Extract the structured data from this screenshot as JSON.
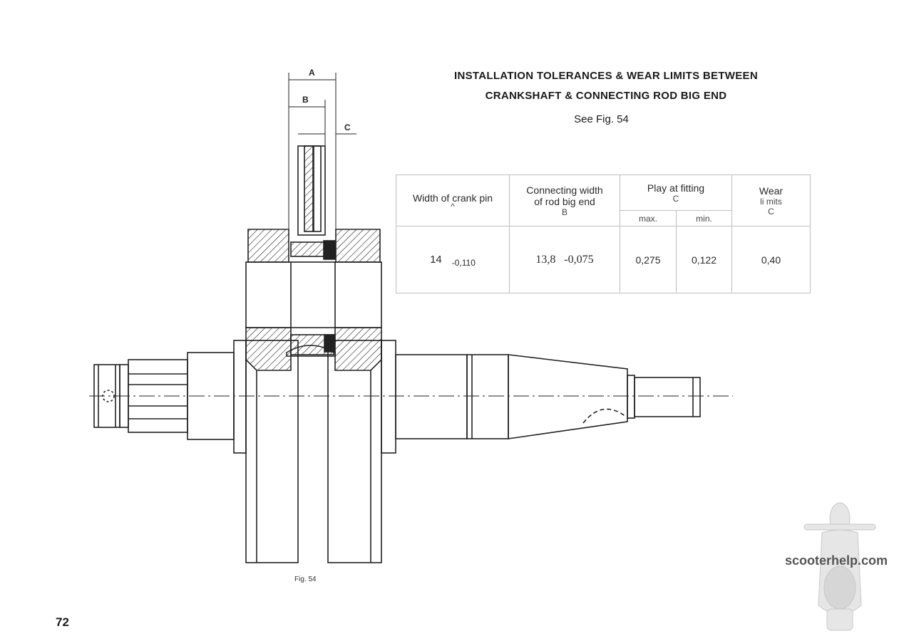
{
  "header": {
    "title_line1": "INSTALLATION TOLERANCES & WEAR LIMITS BETWEEN",
    "title_line2": "CRANKSHAFT & CONNECTING ROD BIG END",
    "see_fig": "See Fig. 54"
  },
  "table": {
    "col1": {
      "line1": "Width of crank pin",
      "line2": "^"
    },
    "col2": {
      "line1": "Connecting   width",
      "line2": "of rod big end",
      "sub": "B"
    },
    "col3": {
      "line1": "Play at  fitting",
      "line2": "C",
      "sub_max": "max.",
      "sub_min": "min."
    },
    "col4": {
      "line1": "Wear",
      "line2": "li mits",
      "sub": "C"
    },
    "row": {
      "crank_pin_nominal": "14",
      "crank_pin_tol": "-0,110",
      "rod_width_nominal": "13,8",
      "rod_width_tol": "-0,075",
      "play_max": "0,275",
      "play_min": "0,122",
      "wear_limit": "0,40"
    }
  },
  "figure": {
    "dim_a": "A",
    "dim_b": "B",
    "dim_c": "C",
    "caption": "Fig. 54"
  },
  "footer": {
    "page_number": "72",
    "watermark": "scooterhelp.com"
  }
}
